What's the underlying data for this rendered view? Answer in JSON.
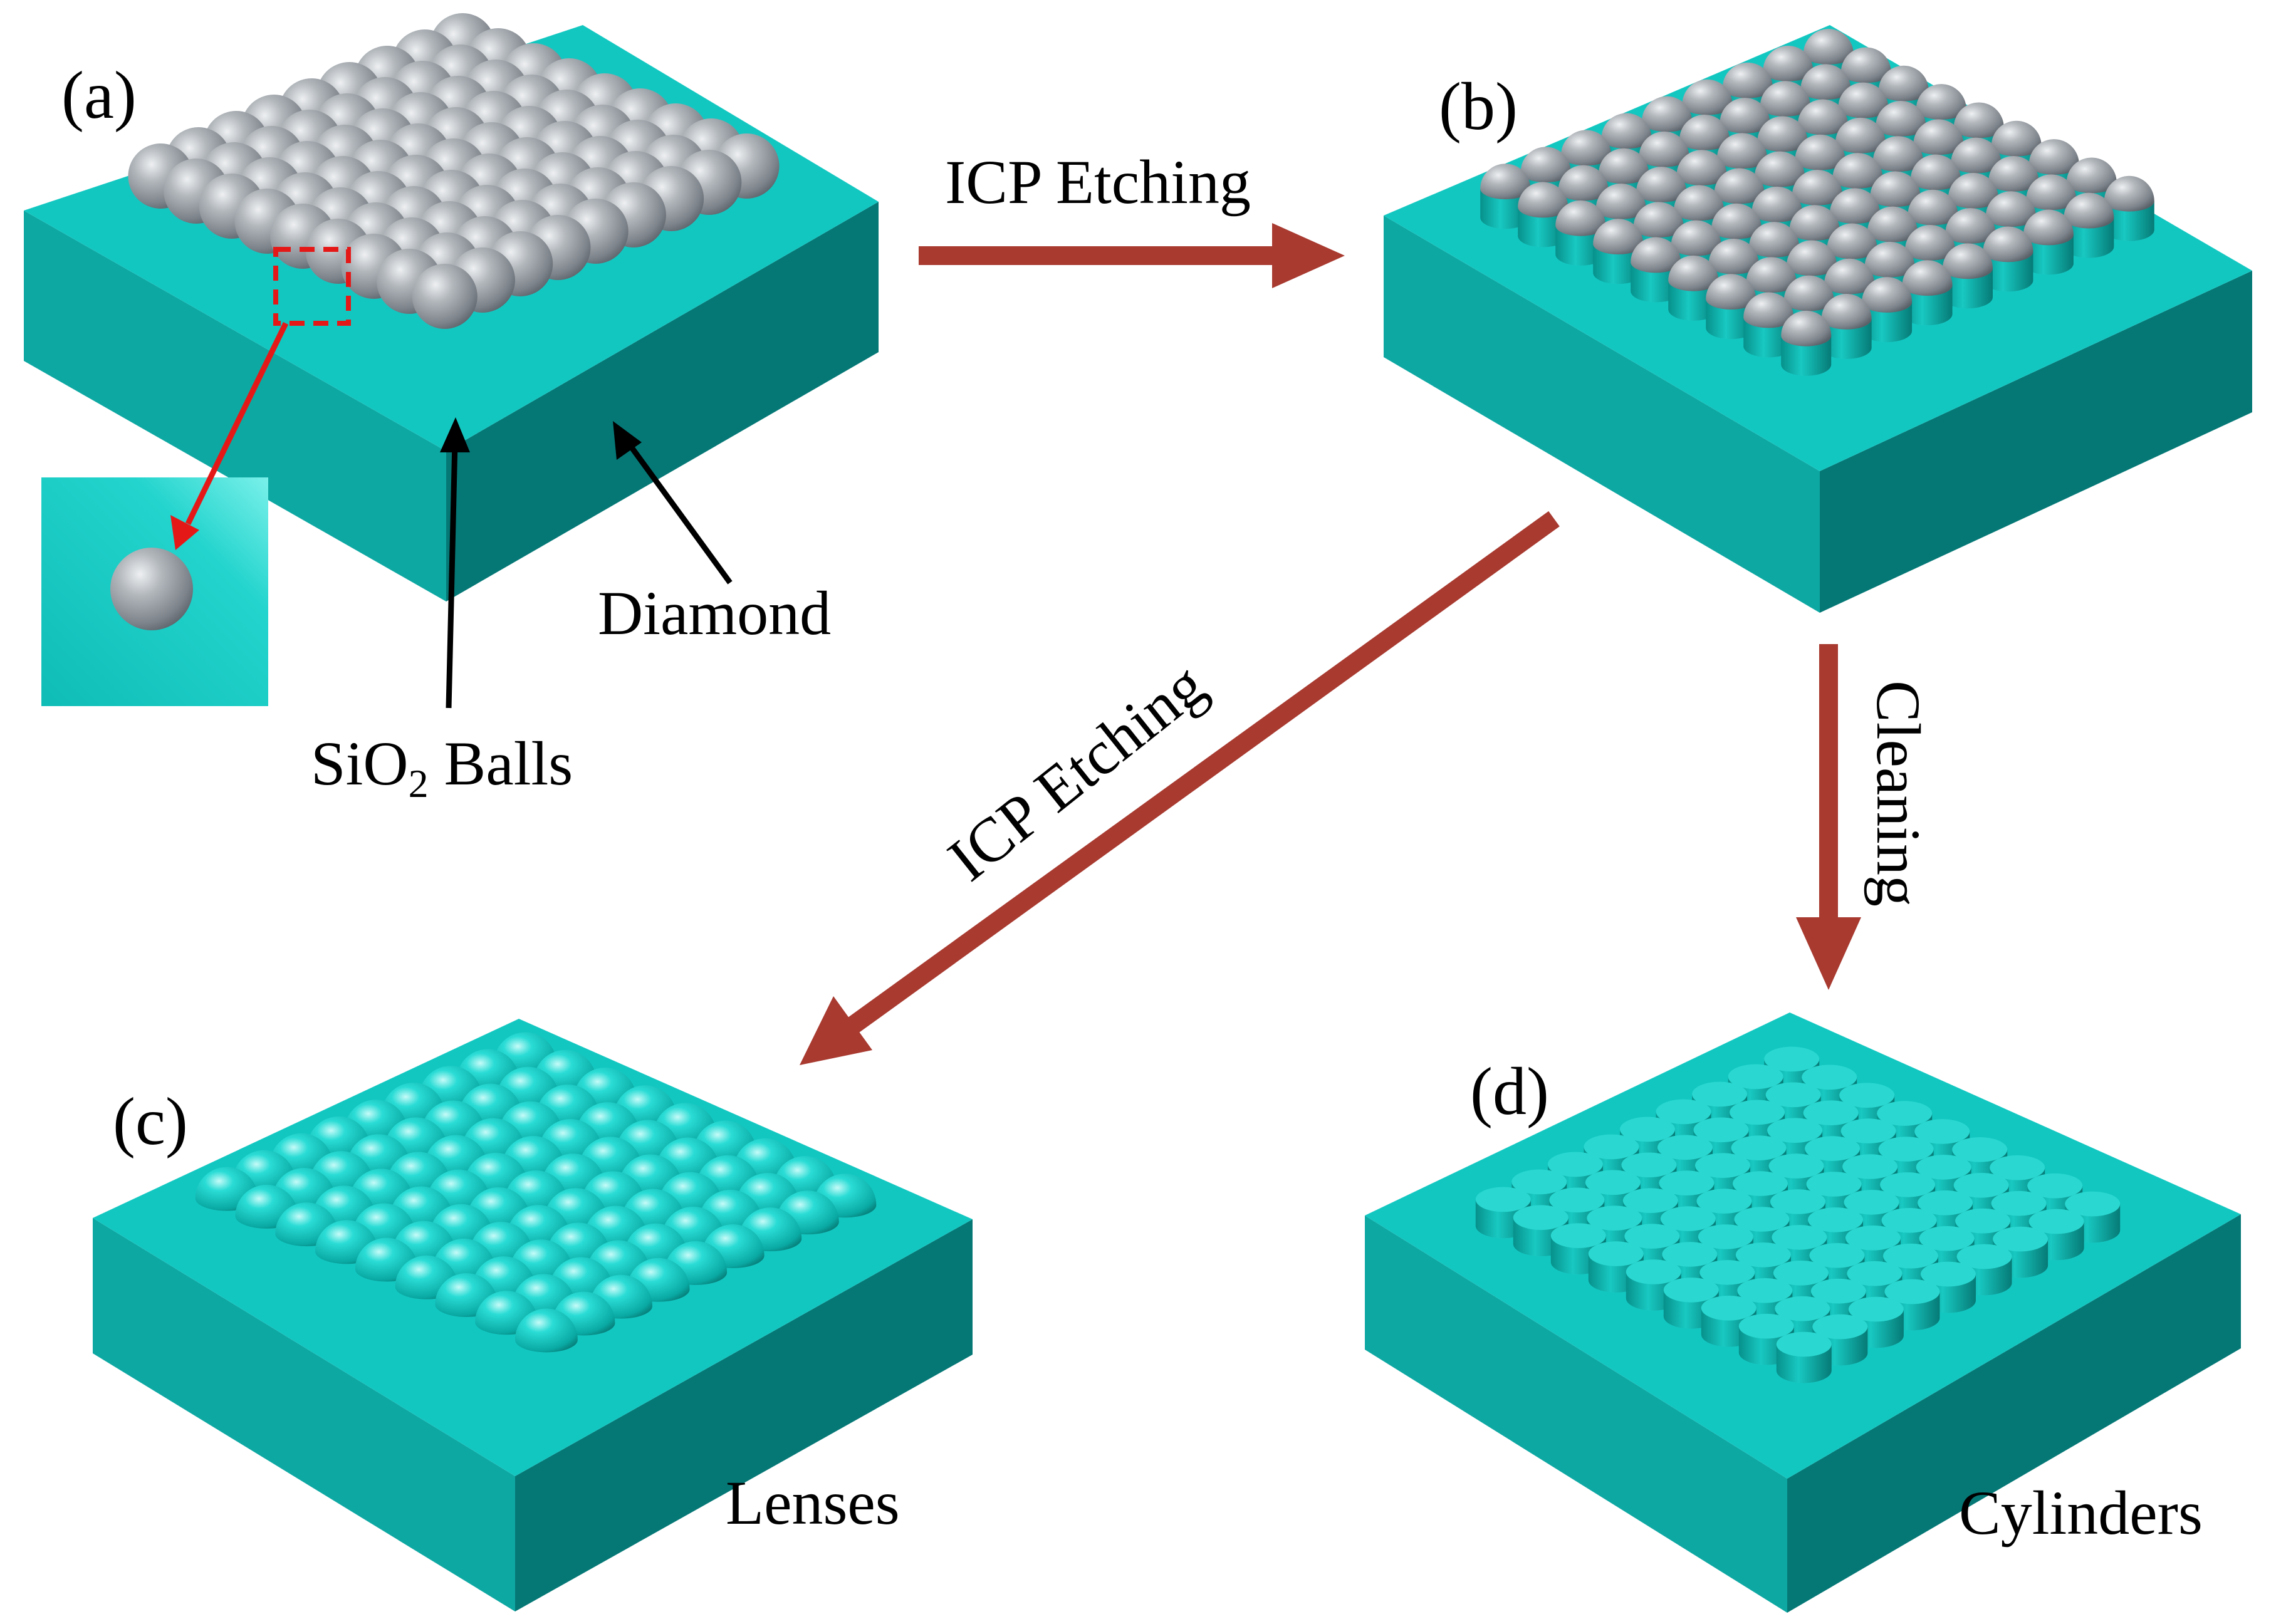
{
  "colors": {
    "diamond_top": "#13c7c1",
    "diamond_side_left": "#0ea8a3",
    "diamond_side_right": "#057876",
    "ball": "#9aa0a6",
    "ball_highlight": "#e8ebee",
    "process_arrow": "#a83a30",
    "zoom_arrow": "#e51818",
    "pointer_arrow": "#000000"
  },
  "panels": {
    "a": {
      "label": "(a)",
      "feature": "sio2-balls"
    },
    "b": {
      "label": "(b)",
      "feature": "capped-pillars"
    },
    "c": {
      "label": "(c)",
      "feature": "lenses",
      "caption": "Lenses"
    },
    "d": {
      "label": "(d)",
      "feature": "cylinders",
      "caption": "Cylinders"
    }
  },
  "annotations": {
    "diamond": "Diamond",
    "sio2_prefix": "SiO",
    "sio2_sub": "2",
    "sio2_suffix": " Balls"
  },
  "steps": {
    "a_to_b": "ICP Etching",
    "b_to_c": "ICP Etching",
    "b_to_d": "Cleaning"
  }
}
